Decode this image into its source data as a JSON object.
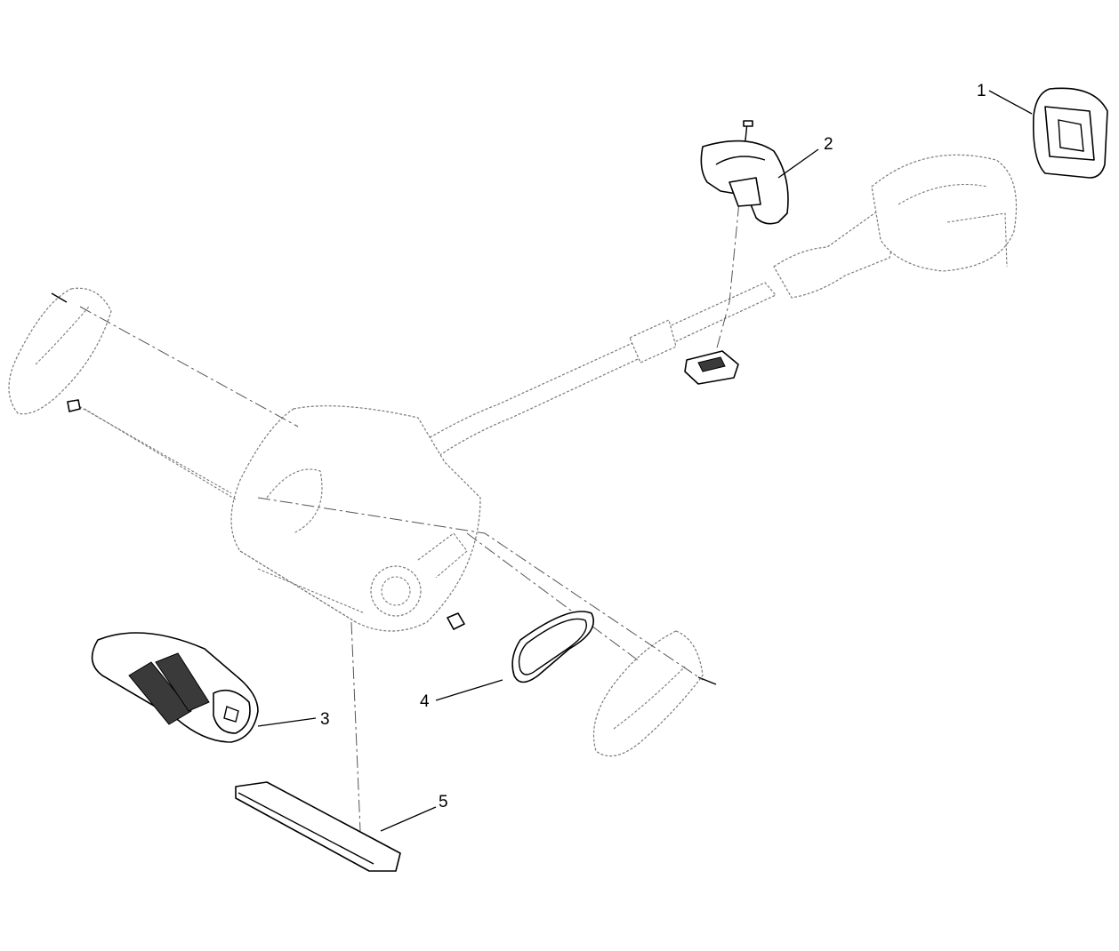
{
  "callouts": [
    {
      "id": "1",
      "label": "1"
    },
    {
      "id": "2",
      "label": "2"
    },
    {
      "id": "3",
      "label": "3"
    },
    {
      "id": "4",
      "label": "4"
    },
    {
      "id": "5",
      "label": "5"
    }
  ],
  "colors": {
    "line": "#000000",
    "ghost_line": "#7a7a7a",
    "background": "#ffffff"
  },
  "icons": {
    "part-1": "battery-cover-icon",
    "part-2": "debris-guard-icon",
    "part-3": "paddle-rotor-icon",
    "part-4": "drive-belt-icon",
    "part-5": "scraper-bar-icon"
  }
}
